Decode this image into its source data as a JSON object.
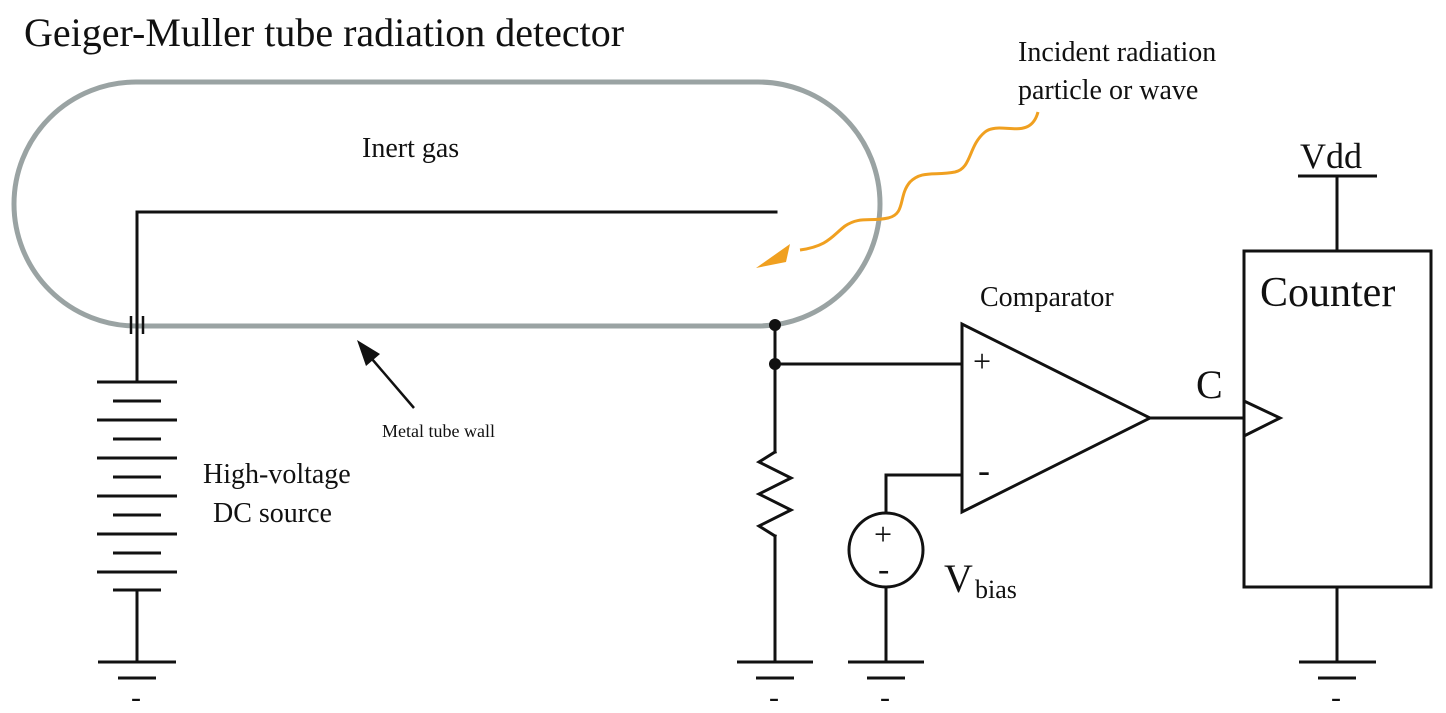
{
  "title": "Geiger-Muller tube radiation detector",
  "labels": {
    "inert_gas": "Inert gas",
    "incident_line1": "Incident radiation",
    "incident_line2": "particle or wave",
    "metal_tube_wall": "Metal tube wall",
    "hv_line1": "High-voltage",
    "hv_line2": "DC source",
    "comparator": "Comparator",
    "counter": "Counter",
    "vdd": "Vdd",
    "clock": "C",
    "vbias_main": "V",
    "vbias_sub": "bias",
    "plus": "+",
    "minus": "-",
    "ground_mark": "-"
  },
  "colors": {
    "tube_wall": "#9aa3a3",
    "radiation": "#f0a020",
    "ink": "#111111"
  }
}
